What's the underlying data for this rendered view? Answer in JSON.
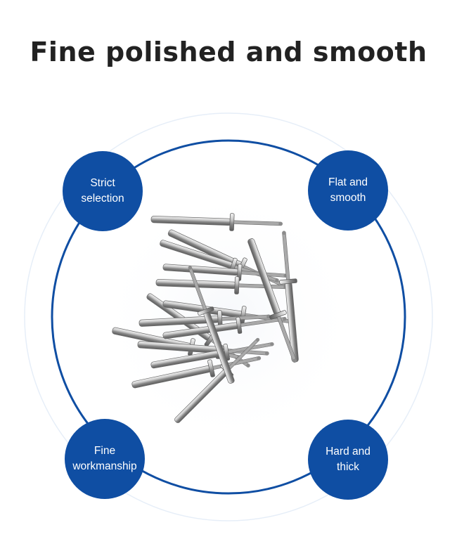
{
  "page": {
    "headline": "Fine polished and smooth",
    "accent_color": "#0f4ea3"
  },
  "product_image": {
    "subject": "stainless steel blind rivets pile",
    "icon": "rivet-pile-illustration"
  },
  "features": [
    {
      "label": "Strict\nselection"
    },
    {
      "label": "Flat and\nsmooth"
    },
    {
      "label": "Fine\nworkmanship"
    },
    {
      "label": "Hard and\nthick"
    }
  ]
}
